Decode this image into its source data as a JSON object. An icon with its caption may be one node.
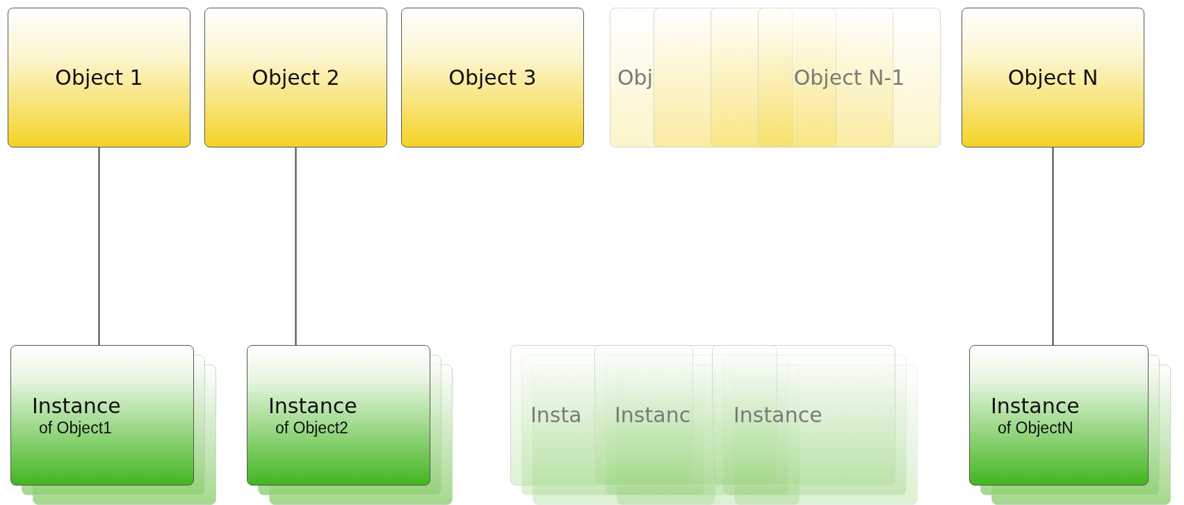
{
  "diagram": {
    "nodes": [
      {
        "text": [
          "Object 1"
        ]
      },
      {
        "text": [
          "Object 2"
        ]
      },
      {
        "text": [
          "Object 3"
        ]
      },
      {
        "text": [
          "Obj"
        ]
      },
      {
        "text": [],
        "shape": "box"
      },
      {
        "text": [],
        "shape": "box"
      },
      {
        "text": [
          "Object N-1"
        ]
      },
      {
        "text": [
          "Object N"
        ]
      },
      {
        "text": [
          "Instance",
          "of Object1"
        ]
      },
      {
        "text": [
          "Instance",
          "of Object2"
        ]
      },
      {
        "text": [
          "Insta"
        ]
      },
      {
        "text": [
          "Instanc"
        ]
      },
      {
        "text": [
          "Instance"
        ]
      },
      {
        "text": [
          "Instance",
          "of ObjectN"
        ]
      }
    ],
    "edges": [
      {
        "from": 0,
        "to": 8,
        "arrow": "none"
      },
      {
        "from": 1,
        "to": 9,
        "arrow": "none"
      },
      {
        "from": 7,
        "to": 13,
        "arrow": "none"
      }
    ]
  }
}
